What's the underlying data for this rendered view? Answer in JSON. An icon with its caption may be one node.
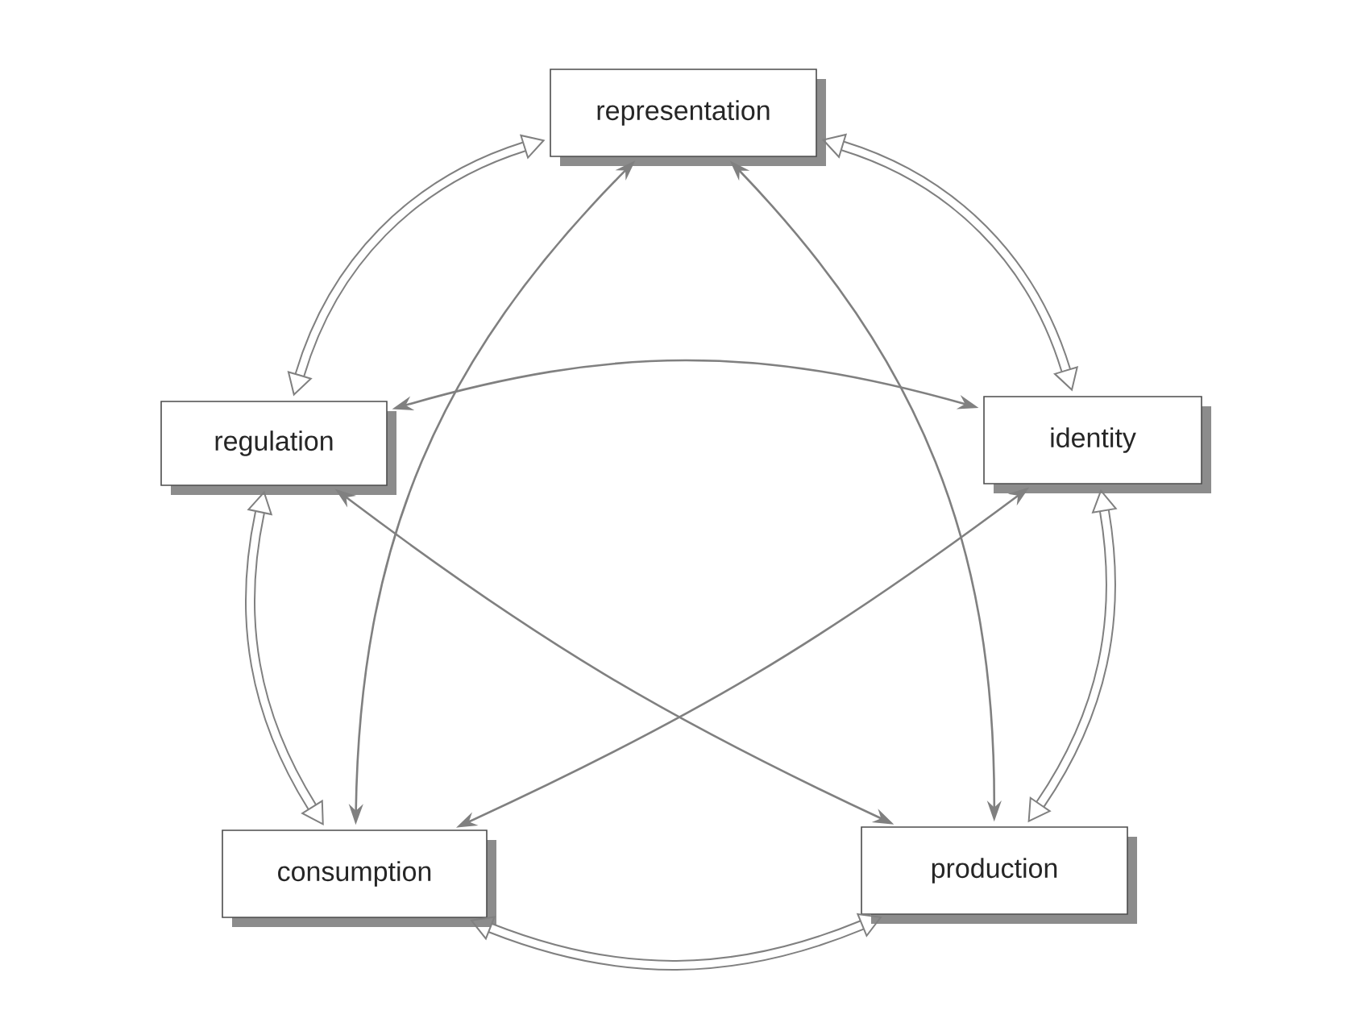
{
  "diagram": {
    "nodes": [
      {
        "text": [
          "representation"
        ]
      },
      {
        "text": [
          "identity"
        ]
      },
      {
        "text": [
          "production"
        ]
      },
      {
        "text": [
          "consumption"
        ]
      },
      {
        "text": [
          "regulation"
        ]
      }
    ],
    "edges": [
      {
        "from": 0,
        "to": 1,
        "arrow": "both",
        "style": "thick"
      },
      {
        "from": 1,
        "to": 2,
        "arrow": "both",
        "style": "thick"
      },
      {
        "from": 2,
        "to": 3,
        "arrow": "both",
        "style": "thick"
      },
      {
        "from": 3,
        "to": 4,
        "arrow": "both",
        "style": "thick"
      },
      {
        "from": 4,
        "to": 0,
        "arrow": "both",
        "style": "thick"
      },
      {
        "from": 0,
        "to": 3,
        "arrow": "both"
      },
      {
        "from": 0,
        "to": 2,
        "arrow": "both"
      },
      {
        "from": 4,
        "to": 1,
        "arrow": "both"
      },
      {
        "from": 4,
        "to": 2,
        "arrow": "both"
      },
      {
        "from": 1,
        "to": 3,
        "arrow": "both"
      }
    ]
  }
}
